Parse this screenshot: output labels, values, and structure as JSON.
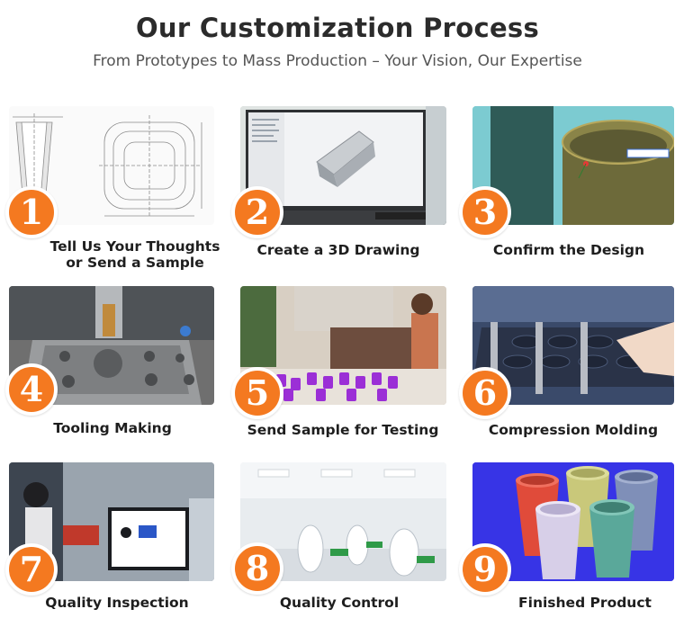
{
  "header": {
    "title": "Our Customization Process",
    "subtitle": "From Prototypes to Mass Production – Your Vision, Our Expertise"
  },
  "steps": [
    {
      "number": "1",
      "label_line1": "Tell Us Your Thoughts",
      "label_line2": "or Send a Sample"
    },
    {
      "number": "2",
      "label_line1": "Create a 3D Drawing"
    },
    {
      "number": "3",
      "label_line1": "Confirm the Design"
    },
    {
      "number": "4",
      "label_line1": "Tooling Making"
    },
    {
      "number": "5",
      "label_line1": "Send Sample for Testing"
    },
    {
      "number": "6",
      "label_line1": "Compression Molding"
    },
    {
      "number": "7",
      "label_line1": "Quality Inspection"
    },
    {
      "number": "8",
      "label_line1": "Quality Control"
    },
    {
      "number": "9",
      "label_line1": "Finished Product"
    }
  ],
  "colors": {
    "badge": "#f47920",
    "title": "#2b2b2b"
  }
}
